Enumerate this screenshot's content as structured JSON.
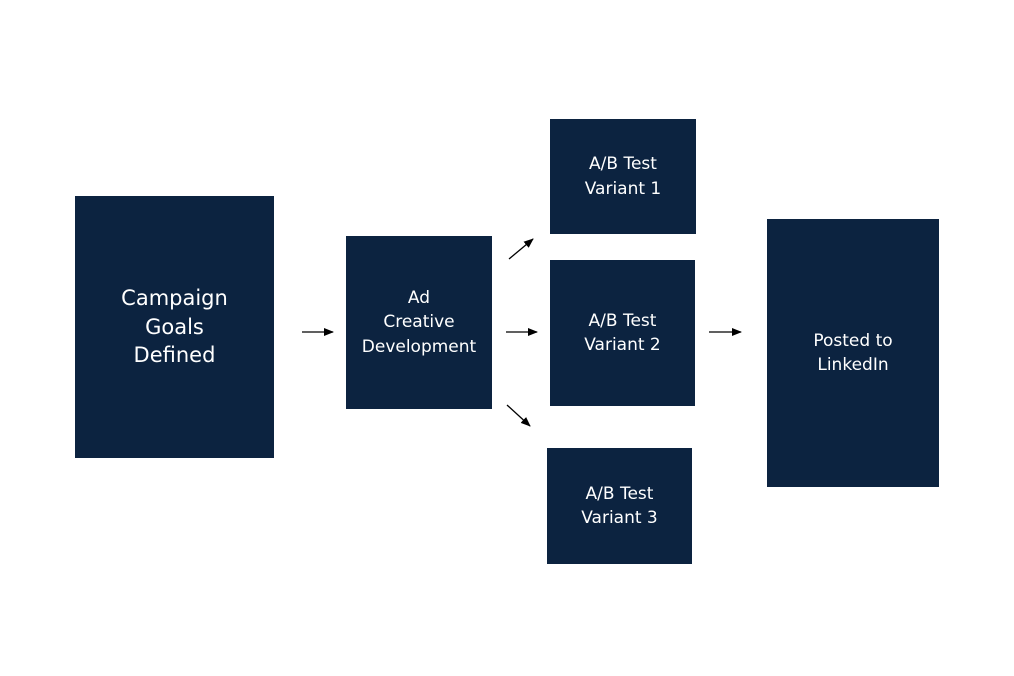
{
  "diagram": {
    "nodes": {
      "goals": "Campaign\nGoals\nDefined",
      "creative": "Ad\nCreative\nDevelopment",
      "variant1": "A/B Test\nVariant 1",
      "variant2": "A/B Test\nVariant 2",
      "variant3": "A/B Test\nVariant 3",
      "posted": "Posted to\nLinkedIn"
    },
    "edges": [
      [
        "Campaign Goals Defined",
        "Ad Creative Development"
      ],
      [
        "Ad Creative Development",
        "A/B Test Variant 1"
      ],
      [
        "Ad Creative Development",
        "A/B Test Variant 2"
      ],
      [
        "Ad Creative Development",
        "A/B Test Variant 3"
      ],
      [
        "A/B Test Variant 2",
        "Posted to LinkedIn"
      ]
    ],
    "colors": {
      "box": "#0c2340",
      "text": "#ffffff",
      "arrow": "#000000",
      "background": "#ffffff"
    }
  }
}
